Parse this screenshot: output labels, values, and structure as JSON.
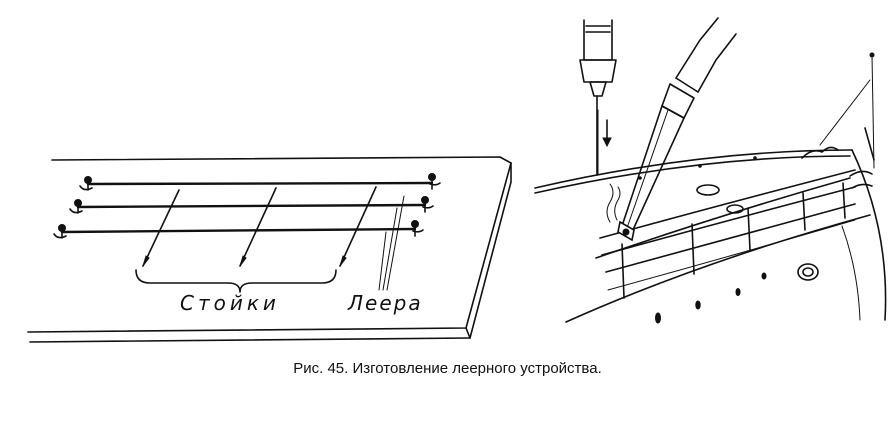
{
  "figure": {
    "label_stoyki": "Стойки",
    "label_leera": "Леера",
    "caption": "Рис. 45. Изготовление леерного устройства."
  }
}
